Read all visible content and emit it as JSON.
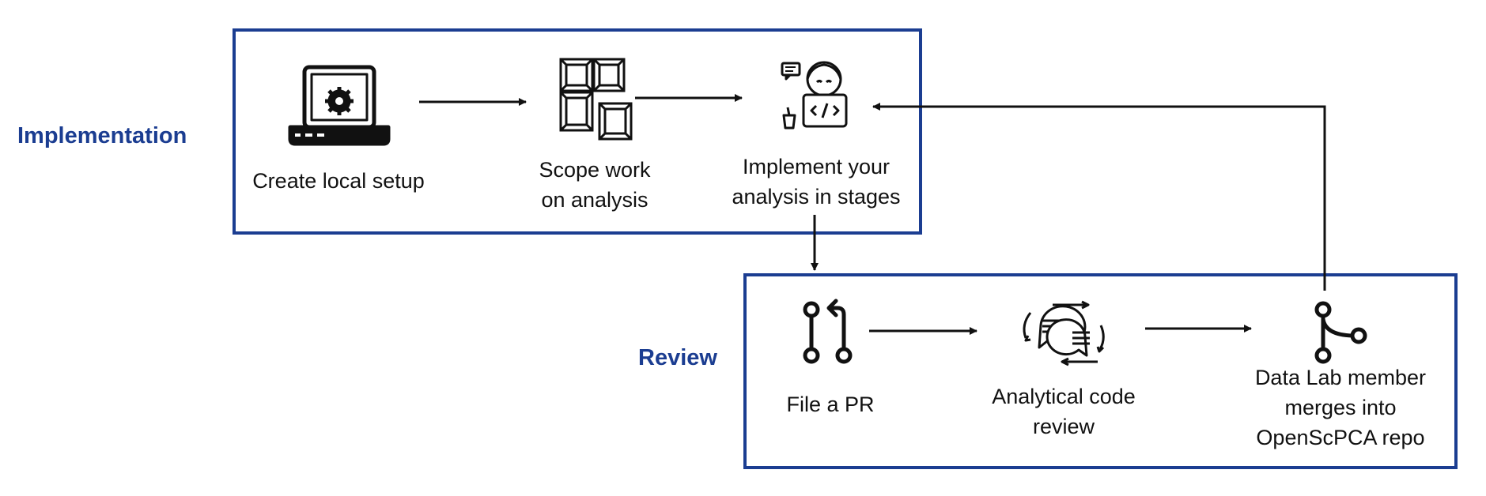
{
  "colors": {
    "accent": "#1b3d91",
    "ink": "#111111"
  },
  "groups": {
    "implementation": {
      "label": "Implementation"
    },
    "review": {
      "label": "Review"
    }
  },
  "steps": [
    {
      "id": "create-local-setup",
      "label": "Create local setup",
      "icon": "laptop-gear-icon"
    },
    {
      "id": "scope-work",
      "label": "Scope work\non analysis",
      "icon": "grid-blocks-icon"
    },
    {
      "id": "implement-analysis",
      "label": "Implement your\nanalysis in stages",
      "icon": "developer-coding-icon"
    },
    {
      "id": "file-pr",
      "label": "File a PR",
      "icon": "pull-request-icon"
    },
    {
      "id": "code-review",
      "label": "Analytical code\nreview",
      "icon": "review-chat-icon"
    },
    {
      "id": "merge",
      "label": "Data Lab member\nmerges into\nOpenScPCA repo",
      "icon": "git-merge-icon"
    }
  ]
}
